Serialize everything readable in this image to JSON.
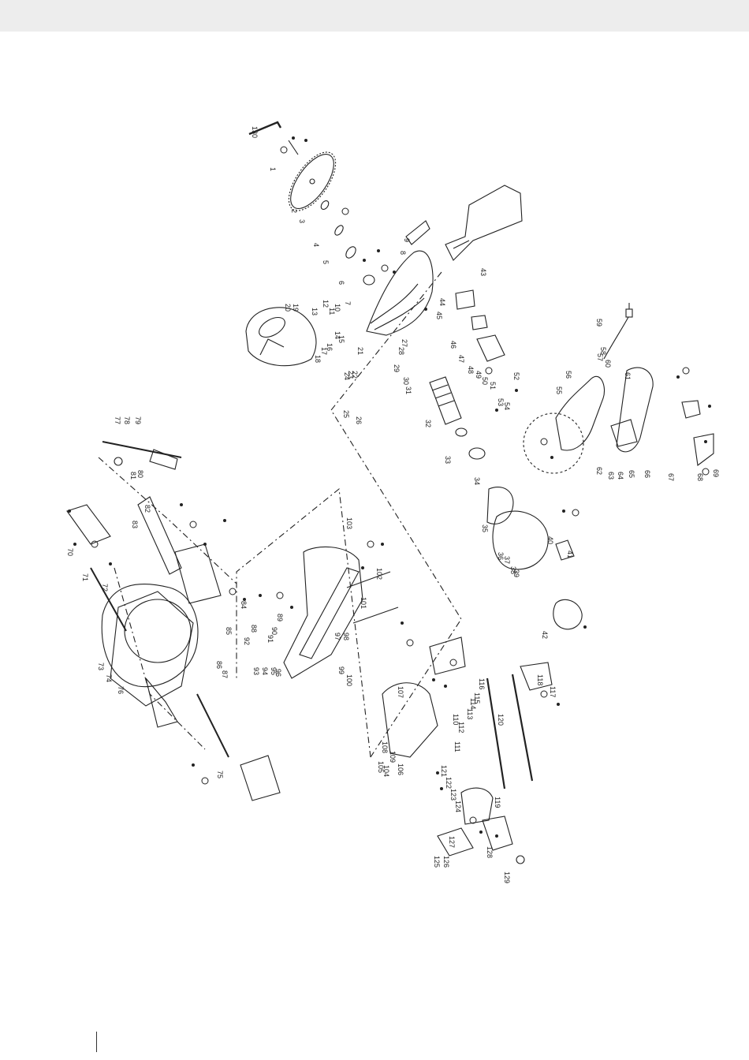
{
  "colors": {
    "header_band": "#ededed",
    "line": "#222222",
    "background": "#ffffff"
  },
  "icons": [
    "allen-key-icon",
    "saw-blade-icon",
    "power-plug-icon"
  ],
  "part_labels": [
    "1",
    "2",
    "3",
    "4",
    "5",
    "6",
    "7",
    "8",
    "9",
    "10",
    "11",
    "12",
    "13",
    "14",
    "15",
    "16",
    "17",
    "18",
    "19",
    "20",
    "21",
    "22",
    "23",
    "24",
    "25",
    "26",
    "27",
    "28",
    "29",
    "30",
    "31",
    "32",
    "33",
    "34",
    "35",
    "36",
    "37",
    "38",
    "39",
    "40",
    "41",
    "42",
    "43",
    "44",
    "45",
    "46",
    "47",
    "48",
    "49",
    "50",
    "51",
    "52",
    "53",
    "54",
    "55",
    "56",
    "57",
    "58",
    "59",
    "60",
    "61",
    "62",
    "63",
    "64",
    "65",
    "66",
    "67",
    "68",
    "69",
    "70",
    "71",
    "72",
    "73",
    "74",
    "75",
    "76",
    "77",
    "78",
    "79",
    "80",
    "81",
    "82",
    "83",
    "84",
    "85",
    "86",
    "87",
    "88",
    "89",
    "90",
    "91",
    "92",
    "93",
    "94",
    "95",
    "96",
    "97",
    "98",
    "99",
    "100",
    "101",
    "102",
    "103",
    "104",
    "105",
    "106",
    "107",
    "108",
    "109",
    "110",
    "111",
    "112",
    "113",
    "114",
    "115",
    "116",
    "117",
    "118",
    "119",
    "120",
    "121",
    "122",
    "123",
    "124",
    "125",
    "126",
    "127",
    "128",
    "129",
    "130"
  ]
}
